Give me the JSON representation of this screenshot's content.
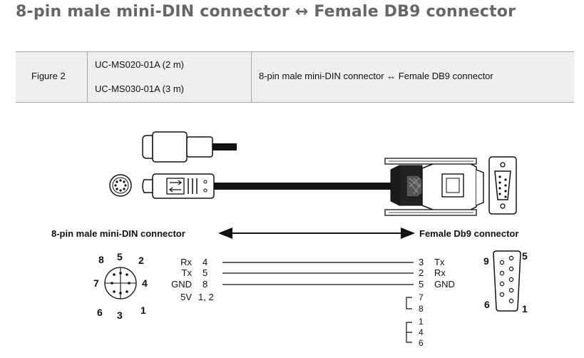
{
  "title": "8-pin male mini-DIN connector ↔ Female DB9 connector",
  "table": {
    "figure": "Figure 2",
    "models": [
      "UC-MS020-01A (2 m)",
      "UC-MS030-01A (3 m)"
    ],
    "description": "8-pin male mini-DIN connector ↔ Female DB9 connector"
  },
  "diagram": {
    "left_label": "8-pin male mini-DIN connector",
    "right_label": "Female Db9 connector",
    "mini_din_pins": [
      "8",
      "5",
      "2",
      "7",
      "4",
      "6",
      "3",
      "1"
    ],
    "db9_pins": [
      "9",
      "5",
      "6",
      "1"
    ],
    "signals": [
      {
        "name": "Rx",
        "din": "4",
        "db9": "3",
        "db9_name": "Tx"
      },
      {
        "name": "Tx",
        "din": "5",
        "db9": "2",
        "db9_name": "Rx"
      },
      {
        "name": "GND",
        "din": "8",
        "db9": "5",
        "db9_name": "GND"
      },
      {
        "name": "5V",
        "din": "1, 2",
        "db9": "",
        "db9_name": ""
      }
    ],
    "bridge_a": [
      "7",
      "8"
    ],
    "bridge_b": [
      "1",
      "4",
      "6"
    ]
  }
}
